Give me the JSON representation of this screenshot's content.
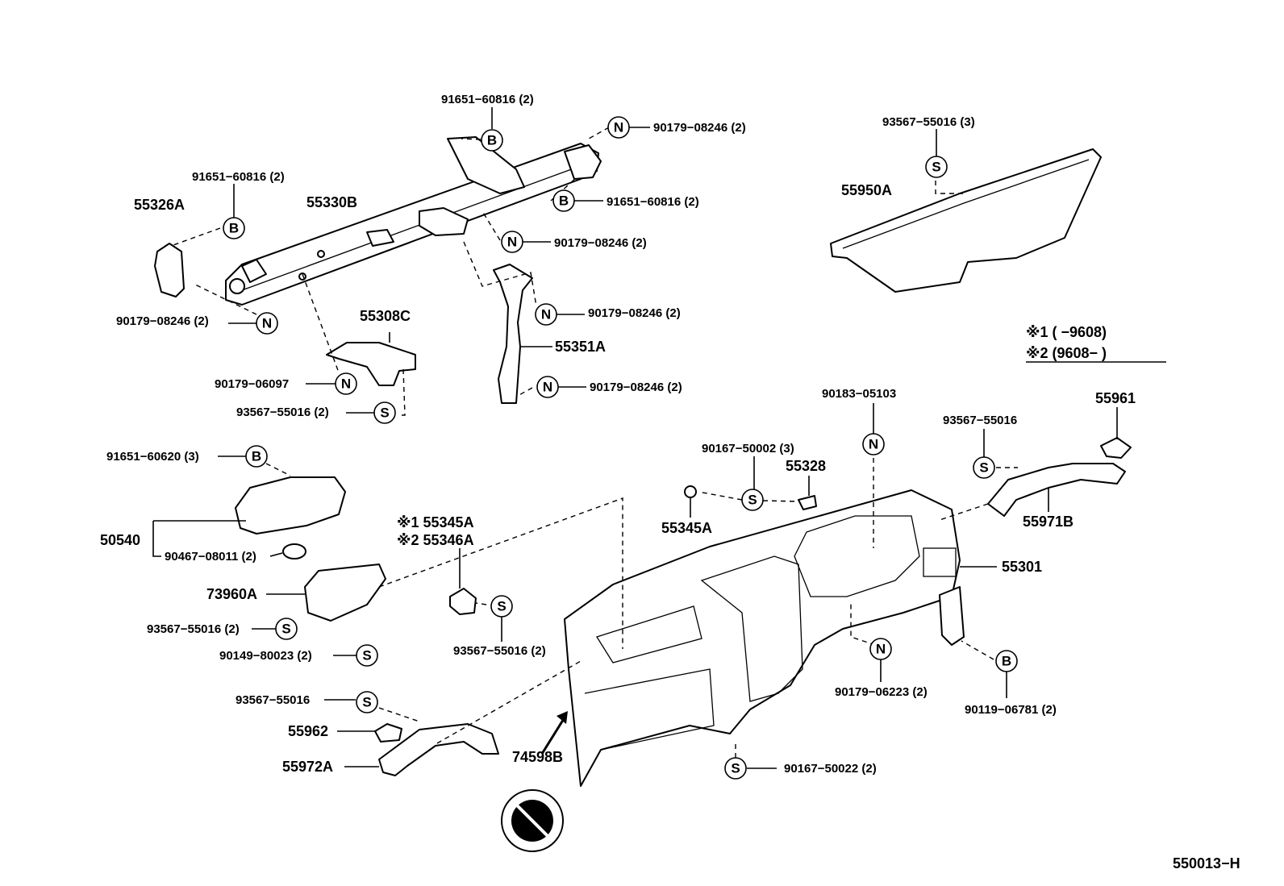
{
  "markers": {
    "b": "B",
    "n": "N",
    "s": "S"
  },
  "labels": {
    "p91651_60816_a": "91651−60816 (2)",
    "p90179_08246_a": "90179−08246 (2)",
    "p91651_60816_b": "91651−60816 (2)",
    "p91651_60816_c": "91651−60816 (2)",
    "p55326A": "55326A",
    "p55330B": "55330B",
    "p90179_08246_b": "90179−08246 (2)",
    "p90179_08246_c": "90179−08246 (2)",
    "p55308C": "55308C",
    "p90179_08246_d": "90179−08246 (2)",
    "p55351A": "55351A",
    "p90179_06097": "90179−06097",
    "p90179_08246_e": "90179−08246 (2)",
    "p93567_55016_a": "93567−55016 (2)",
    "p93567_55016_b": "93567−55016 (3)",
    "p55950A": "55950A",
    "note1": "※1 (       −9608)",
    "note2": "※2 (9608−        )",
    "p90183_05103": "90183−05103",
    "p55961": "55961",
    "p93567_55016_c": "93567−55016",
    "p90167_50002": "90167−50002 (3)",
    "p55328": "55328",
    "p91651_60620": "91651−60620 (3)",
    "p55345A_top": "※1 55345A",
    "p55346A": "※2 55346A",
    "p55345A": "55345A",
    "p55971B": "55971B",
    "p50540": "50540",
    "p90467_08011": "90467−08011 (2)",
    "p73960A": "73960A",
    "p55301": "55301",
    "p93567_55016_d": "93567−55016 (2)",
    "p90149_80023": "90149−80023 (2)",
    "p93567_55016_e": "93567−55016 (2)",
    "p90179_06223": "90179−06223 (2)",
    "p90119_06781": "90119−06781 (2)",
    "p93567_55016_f": "93567−55016",
    "p55962": "55962",
    "p55972A": "55972A",
    "p74598B": "74598B",
    "p90167_50022": "90167−50022 (2)",
    "figure_code": "550013−H"
  }
}
